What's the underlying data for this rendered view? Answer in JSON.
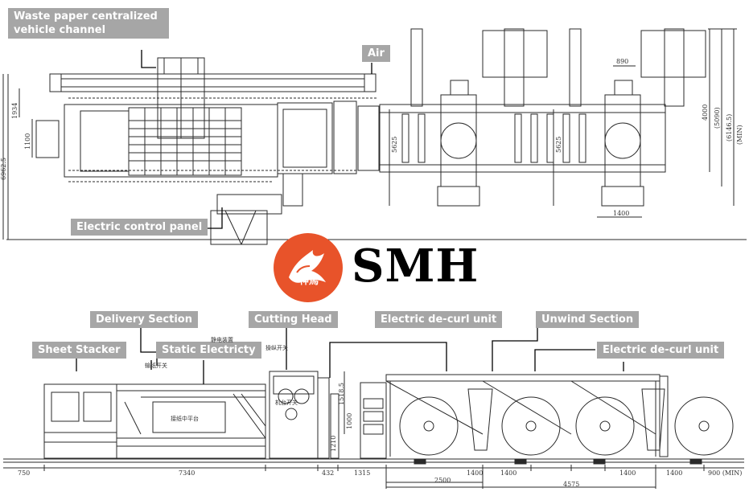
{
  "callouts": {
    "waste_paper": "Waste paper centralized vehicle channel",
    "air": "Air",
    "control_panel": "Electric control panel",
    "delivery": "Delivery Section",
    "cutting": "Cutting Head",
    "decurl_top": "Electric de-curl unit",
    "unwind": "Unwind Section",
    "decurl_right": "Electric de-curl unit",
    "stacker": "Sheet Stacker",
    "static": "Static Electricty"
  },
  "brand": {
    "name": "SMH",
    "logo_text": "神馬"
  },
  "plan_dims": {
    "d1934": "1934",
    "d1100": "1100",
    "d6962": "6962.5",
    "d5625a": "5625",
    "d5625b": "5625",
    "d890": "890",
    "d1400": "1400",
    "d4000": "4000",
    "d5090": "(5090)",
    "d6146": "(6146.5)",
    "dmin": "(MIN)"
  },
  "elev_dims": {
    "d750": "750",
    "d7340": "7340",
    "d432": "432",
    "d1315": "1315",
    "d1400a": "1400",
    "d1400b": "1400",
    "d1400c": "1400",
    "d1400d": "1400",
    "d900": "900 (MIN)",
    "d2500": "2500",
    "d4575": "4575",
    "d1518": "1518.5",
    "d1000": "1000",
    "d1210": "1210"
  },
  "cn_labels": {
    "a": "静电装置",
    "b": "输纸开关",
    "c": "操纵开关",
    "d": "机台开关",
    "e": "接纸中平台"
  }
}
